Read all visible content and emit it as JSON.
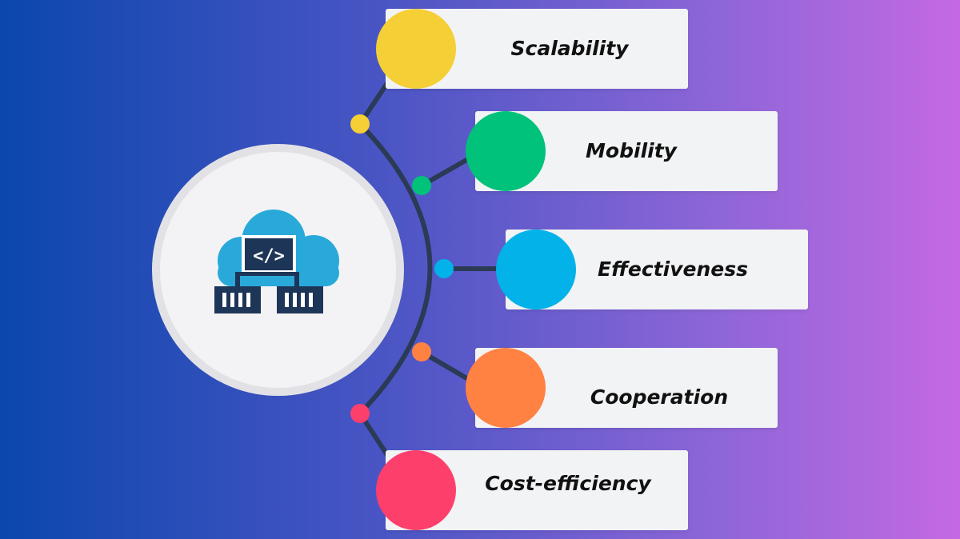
{
  "colors": {
    "line": "#2b3a55",
    "hub_icon": "#1d3557",
    "cloud": "#29a9d9"
  },
  "items": [
    {
      "label": "Scalability",
      "color": "#f5cf36"
    },
    {
      "label": "Mobility",
      "color": "#00c27a"
    },
    {
      "label": "Effectiveness",
      "color": "#02b2e8"
    },
    {
      "label": "Cooperation",
      "color": "#ff8243"
    },
    {
      "label": "Cost-efficiency",
      "color": "#fd3f6c"
    }
  ]
}
